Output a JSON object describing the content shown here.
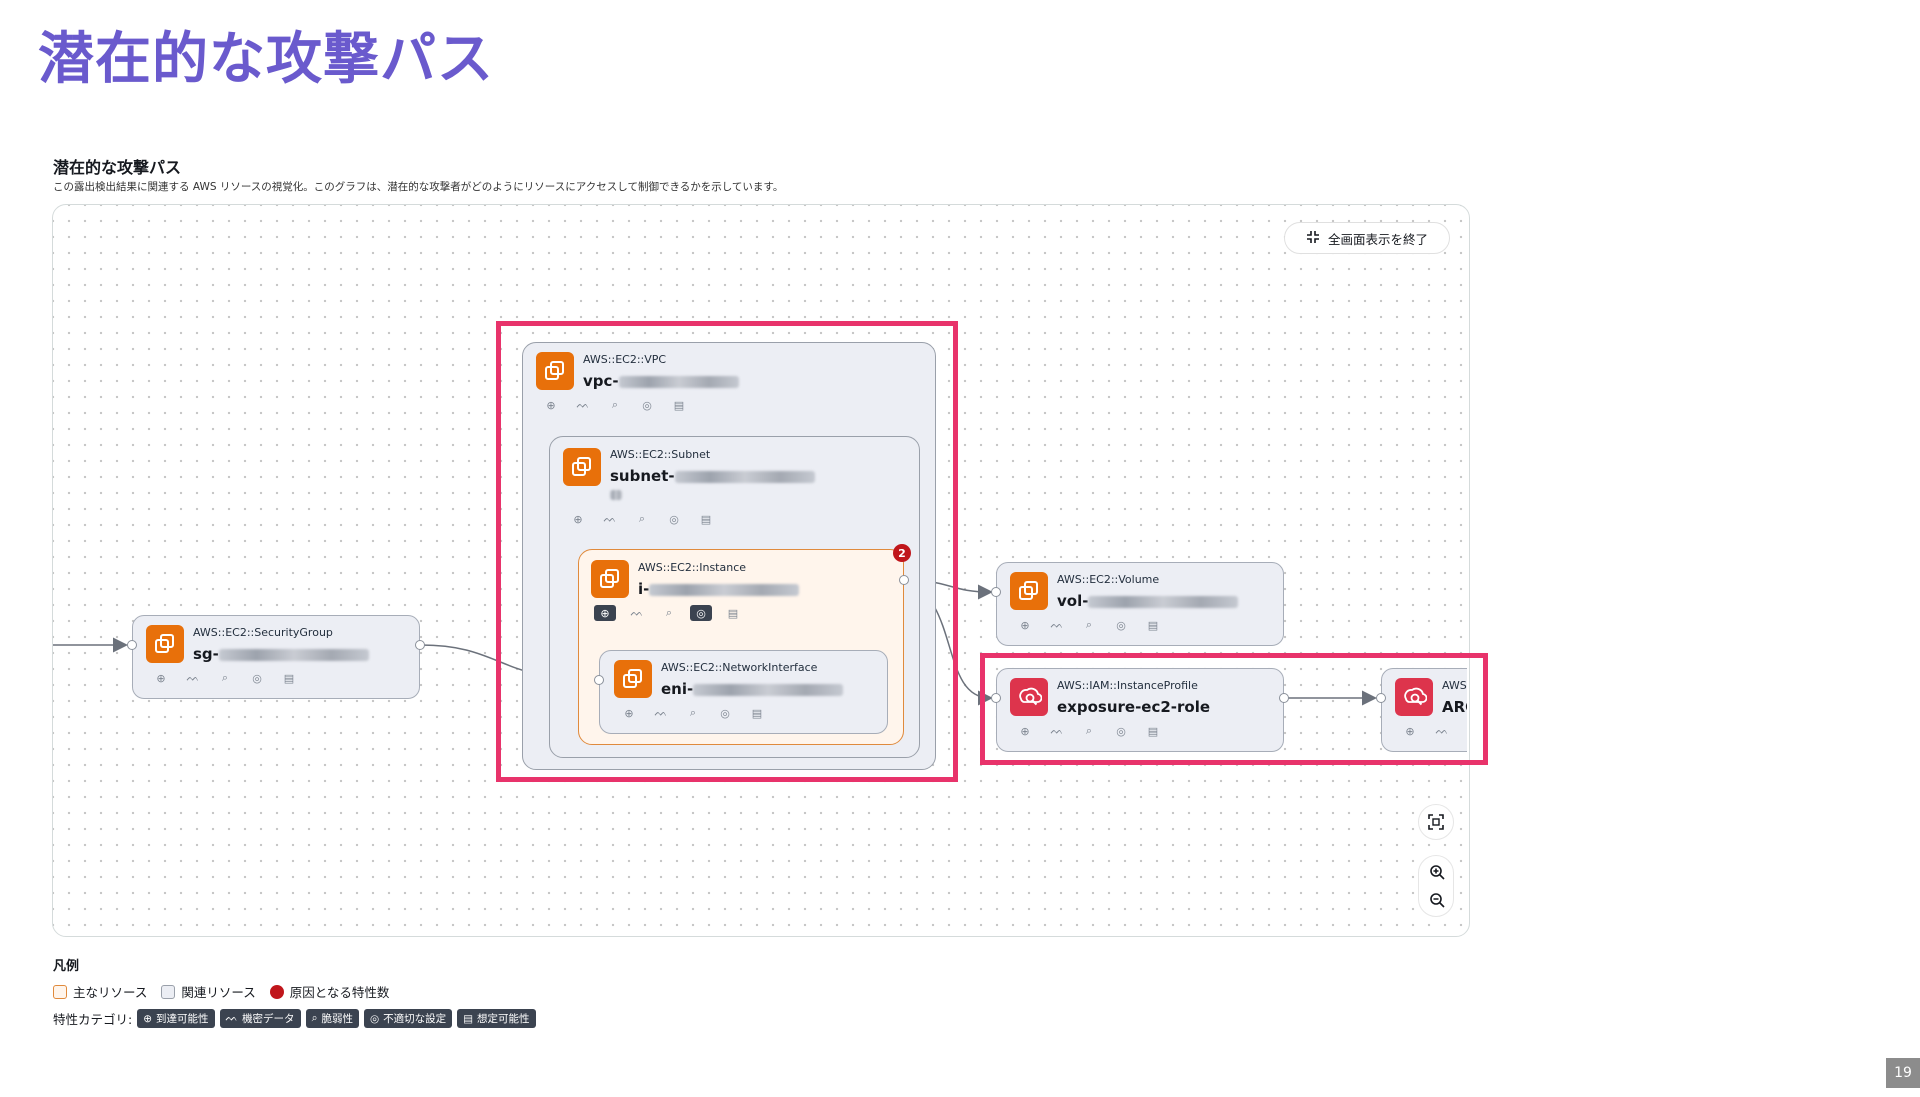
{
  "slide": {
    "title": "潜在的な攻撃パス",
    "page_number": "19"
  },
  "panel": {
    "title": "潜在的な攻撃パス",
    "description": "この露出検出結果に関連する AWS リソースの視覚化。このグラフは、潜在的な攻撃者がどのようにリソースにアクセスして制御できるかを示しています。",
    "exit_fullscreen_label": "全画面表示を終了"
  },
  "nodes": {
    "vpc": {
      "type": "AWS::EC2::VPC",
      "name_prefix": "vpc-"
    },
    "subnet": {
      "type": "AWS::EC2::Subnet",
      "name_prefix": "subnet-"
    },
    "instance": {
      "type": "AWS::EC2::Instance",
      "name_prefix": "i-",
      "badge": "2"
    },
    "eni": {
      "type": "AWS::EC2::NetworkInterface",
      "name_prefix": "eni-"
    },
    "security_group": {
      "type": "AWS::EC2::SecurityGroup",
      "name_prefix": "sg-"
    },
    "volume": {
      "type": "AWS::EC2::Volume",
      "name_prefix": "vol-"
    },
    "instance_profile": {
      "type": "AWS::IAM::InstanceProfile",
      "name": "exposure-ec2-role"
    },
    "role": {
      "type": "AWS:",
      "name": "ARC"
    }
  },
  "legend": {
    "title": "凡例",
    "main_resource": "主なリソース",
    "related_resource": "関連リソース",
    "trait_count": "原因となる特性数",
    "category_label": "特性カテゴリ:",
    "categories": [
      "到達可能性",
      "機密データ",
      "脆弱性",
      "不適切な設定",
      "想定可能性"
    ]
  },
  "colors": {
    "title": "#6a5acd",
    "highlight": "#e8336b",
    "ec2": "#e8700a",
    "iam": "#dd344c",
    "badge": "#c0161b"
  }
}
